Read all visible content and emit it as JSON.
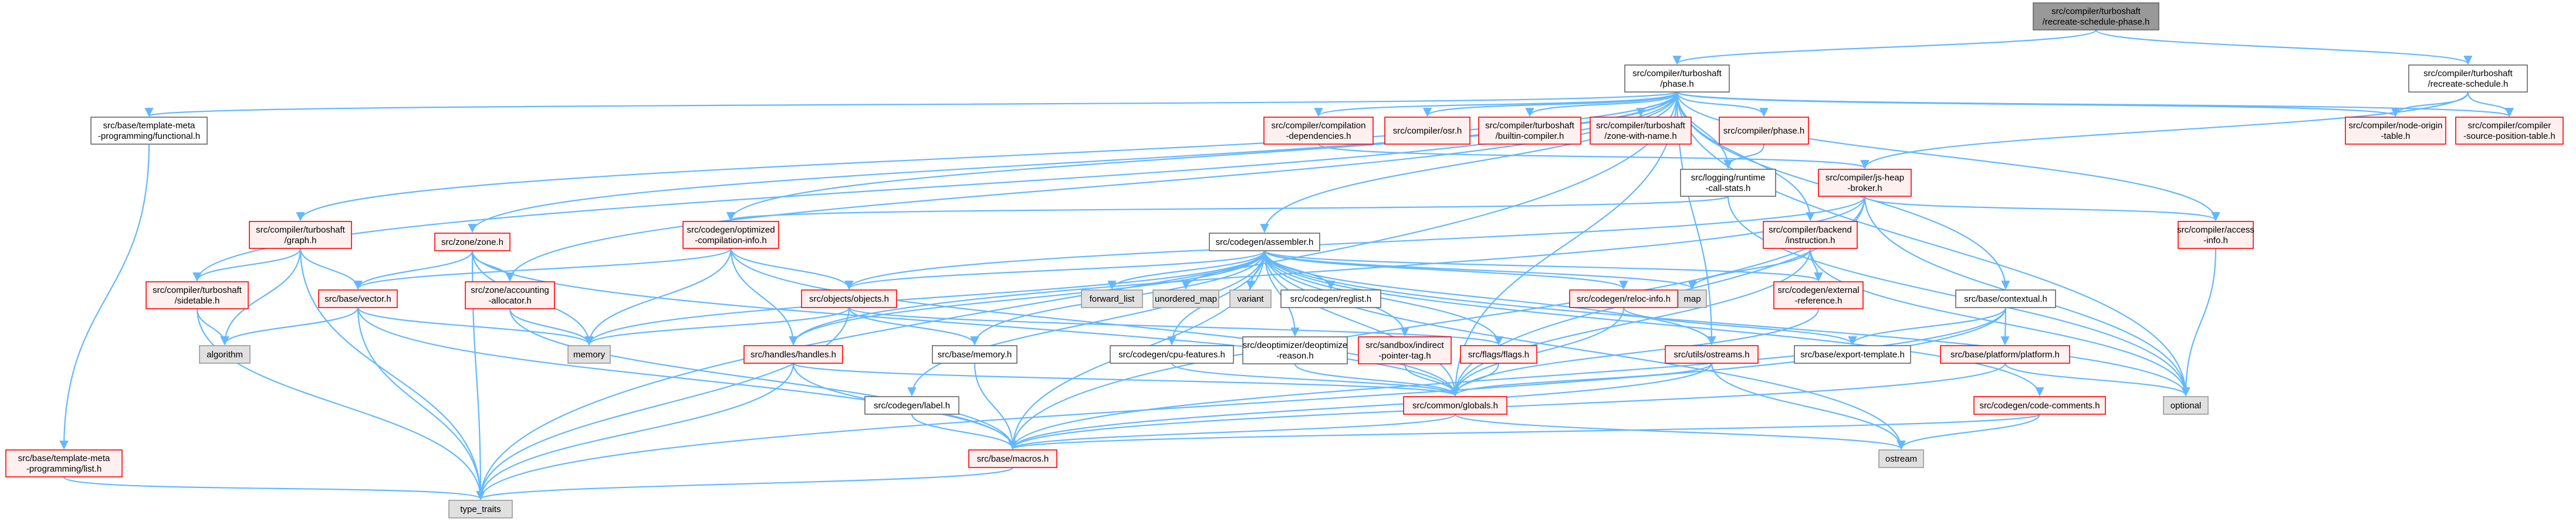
{
  "colors": {
    "edge": "#63b8ff",
    "arrowhead": "#63b8ff",
    "root_fill": "#999999",
    "root_border": "#666666",
    "normal_fill": "#ffffff",
    "normal_border": "#666666",
    "incomplete_fill": "#fff0f0",
    "incomplete_border": "#ff0000",
    "system_fill": "#e0e0e0",
    "system_border": "#999999",
    "text": "#000000"
  },
  "nodes": [
    {
      "id": "root",
      "lines": [
        "src/compiler/turboshaft",
        "/recreate-schedule-phase.h"
      ],
      "style": "root"
    },
    {
      "id": "phase",
      "lines": [
        "src/compiler/turboshaft",
        "/phase.h"
      ],
      "style": "normal"
    },
    {
      "id": "recreate",
      "lines": [
        "src/compiler/turboshaft",
        "/recreate-schedule.h"
      ],
      "style": "normal"
    },
    {
      "id": "functional",
      "lines": [
        "src/base/template-meta",
        "-programming/functional.h"
      ],
      "style": "normal"
    },
    {
      "id": "compdeps",
      "lines": [
        "src/compiler/compilation",
        "-dependencies.h"
      ],
      "style": "incomplete"
    },
    {
      "id": "osr",
      "lines": [
        "src/compiler/osr.h"
      ],
      "style": "incomplete"
    },
    {
      "id": "builtincompiler",
      "lines": [
        "src/compiler/turboshaft",
        "/builtin-compiler.h"
      ],
      "style": "incomplete"
    },
    {
      "id": "zonewithname",
      "lines": [
        "src/compiler/turboshaft",
        "/zone-with-name.h"
      ],
      "style": "incomplete"
    },
    {
      "id": "compphase",
      "lines": [
        "src/compiler/phase.h"
      ],
      "style": "incomplete"
    },
    {
      "id": "nodeorigin",
      "lines": [
        "src/compiler/node-origin",
        "-table.h"
      ],
      "style": "incomplete"
    },
    {
      "id": "sourcepos",
      "lines": [
        "src/compiler/compiler",
        "-source-position-table.h"
      ],
      "style": "incomplete"
    },
    {
      "id": "jsheap",
      "lines": [
        "src/compiler/js-heap",
        "-broker.h"
      ],
      "style": "incomplete"
    },
    {
      "id": "runtimecall",
      "lines": [
        "src/logging/runtime",
        "-call-stats.h"
      ],
      "style": "normal"
    },
    {
      "id": "graph",
      "lines": [
        "src/compiler/turboshaft",
        "/graph.h"
      ],
      "style": "incomplete"
    },
    {
      "id": "zone",
      "lines": [
        "src/zone/zone.h"
      ],
      "style": "incomplete"
    },
    {
      "id": "optcomp",
      "lines": [
        "src/codegen/optimized",
        "-compilation-info.h"
      ],
      "style": "incomplete"
    },
    {
      "id": "assembler",
      "lines": [
        "src/codegen/assembler.h"
      ],
      "style": "normal"
    },
    {
      "id": "backendinstr",
      "lines": [
        "src/compiler/backend",
        "/instruction.h"
      ],
      "style": "incomplete"
    },
    {
      "id": "access",
      "lines": [
        "src/compiler/access",
        "-info.h"
      ],
      "style": "incomplete"
    },
    {
      "id": "sidetable",
      "lines": [
        "src/compiler/turboshaft",
        "/sidetable.h"
      ],
      "style": "incomplete"
    },
    {
      "id": "vector",
      "lines": [
        "src/base/vector.h"
      ],
      "style": "incomplete"
    },
    {
      "id": "zoneacct",
      "lines": [
        "src/zone/accounting",
        "-allocator.h"
      ],
      "style": "incomplete"
    },
    {
      "id": "objects",
      "lines": [
        "src/objects/objects.h"
      ],
      "style": "incomplete"
    },
    {
      "id": "forwardlist",
      "lines": [
        "forward_list"
      ],
      "style": "system"
    },
    {
      "id": "unorderedmap",
      "lines": [
        "unordered_map"
      ],
      "style": "system"
    },
    {
      "id": "variant",
      "lines": [
        "variant"
      ],
      "style": "system"
    },
    {
      "id": "reglist",
      "lines": [
        "src/codegen/reglist.h"
      ],
      "style": "normal"
    },
    {
      "id": "relocinfo",
      "lines": [
        "src/codegen/reloc-info.h"
      ],
      "style": "incomplete"
    },
    {
      "id": "map",
      "lines": [
        "map"
      ],
      "style": "system"
    },
    {
      "id": "extref",
      "lines": [
        "src/codegen/external",
        "-reference.h"
      ],
      "style": "incomplete"
    },
    {
      "id": "contextual",
      "lines": [
        "src/base/contextual.h"
      ],
      "style": "normal"
    },
    {
      "id": "algorithm",
      "lines": [
        "algorithm"
      ],
      "style": "system"
    },
    {
      "id": "memory",
      "lines": [
        "memory"
      ],
      "style": "system"
    },
    {
      "id": "handles",
      "lines": [
        "src/handles/handles.h"
      ],
      "style": "incomplete"
    },
    {
      "id": "basememory",
      "lines": [
        "src/base/memory.h"
      ],
      "style": "normal"
    },
    {
      "id": "cpufeatures",
      "lines": [
        "src/codegen/cpu-features.h"
      ],
      "style": "normal"
    },
    {
      "id": "deoptreason",
      "lines": [
        "src/deoptimizer/deoptimize",
        "-reason.h"
      ],
      "style": "normal"
    },
    {
      "id": "sandboxtag",
      "lines": [
        "src/sandbox/indirect",
        "-pointer-tag.h"
      ],
      "style": "incomplete"
    },
    {
      "id": "flags",
      "lines": [
        "src/flags/flags.h"
      ],
      "style": "incomplete"
    },
    {
      "id": "ostreams",
      "lines": [
        "src/utils/ostreams.h"
      ],
      "style": "incomplete"
    },
    {
      "id": "exporttemplate",
      "lines": [
        "src/base/export-template.h"
      ],
      "style": "normal"
    },
    {
      "id": "platform",
      "lines": [
        "src/base/platform/platform.h"
      ],
      "style": "incomplete"
    },
    {
      "id": "codecomments",
      "lines": [
        "src/codegen/code-comments.h"
      ],
      "style": "incomplete"
    },
    {
      "id": "label",
      "lines": [
        "src/codegen/label.h"
      ],
      "style": "normal"
    },
    {
      "id": "globals",
      "lines": [
        "src/common/globals.h"
      ],
      "style": "incomplete"
    },
    {
      "id": "optional",
      "lines": [
        "optional"
      ],
      "style": "system"
    },
    {
      "id": "list",
      "lines": [
        "src/base/template-meta",
        "-programming/list.h"
      ],
      "style": "incomplete"
    },
    {
      "id": "macros",
      "lines": [
        "src/base/macros.h"
      ],
      "style": "incomplete"
    },
    {
      "id": "ostream",
      "lines": [
        "ostream"
      ],
      "style": "system"
    },
    {
      "id": "typetraits",
      "lines": [
        "type_traits"
      ],
      "style": "system"
    }
  ],
  "edges": [
    [
      "root",
      "phase"
    ],
    [
      "root",
      "recreate"
    ],
    [
      "phase",
      "functional"
    ],
    [
      "phase",
      "compdeps"
    ],
    [
      "phase",
      "osr"
    ],
    [
      "phase",
      "builtincompiler"
    ],
    [
      "phase",
      "zonewithname"
    ],
    [
      "phase",
      "compphase"
    ],
    [
      "phase",
      "nodeorigin"
    ],
    [
      "phase",
      "sourcepos"
    ],
    [
      "phase",
      "runtimecall"
    ],
    [
      "phase",
      "graph"
    ],
    [
      "phase",
      "sidetable"
    ],
    [
      "phase",
      "zone"
    ],
    [
      "phase",
      "zoneacct"
    ],
    [
      "phase",
      "optcomp"
    ],
    [
      "phase",
      "assembler"
    ],
    [
      "phase",
      "backendinstr"
    ],
    [
      "phase",
      "access"
    ],
    [
      "phase",
      "contextual"
    ],
    [
      "phase",
      "globals"
    ],
    [
      "phase",
      "optional"
    ],
    [
      "phase",
      "typetraits"
    ],
    [
      "phase",
      "ostreams"
    ],
    [
      "recreate",
      "nodeorigin"
    ],
    [
      "recreate",
      "sourcepos"
    ],
    [
      "recreate",
      "jsheap"
    ],
    [
      "functional",
      "list"
    ],
    [
      "compdeps",
      "jsheap"
    ],
    [
      "compphase",
      "runtimecall"
    ],
    [
      "runtimecall",
      "optional"
    ],
    [
      "runtimecall",
      "optcomp"
    ],
    [
      "jsheap",
      "access"
    ],
    [
      "jsheap",
      "objects"
    ],
    [
      "jsheap",
      "handles"
    ],
    [
      "jsheap",
      "globals"
    ],
    [
      "jsheap",
      "optional"
    ],
    [
      "jsheap",
      "macros"
    ],
    [
      "graph",
      "sidetable"
    ],
    [
      "graph",
      "vector"
    ],
    [
      "graph",
      "algorithm"
    ],
    [
      "graph",
      "typetraits"
    ],
    [
      "sidetable",
      "algorithm"
    ],
    [
      "sidetable",
      "typetraits"
    ],
    [
      "zone",
      "vector"
    ],
    [
      "zone",
      "zoneacct"
    ],
    [
      "zone",
      "memory"
    ],
    [
      "zone",
      "globals"
    ],
    [
      "zone",
      "typetraits"
    ],
    [
      "vector",
      "algorithm"
    ],
    [
      "vector",
      "macros"
    ],
    [
      "vector",
      "typetraits"
    ],
    [
      "vector",
      "memory"
    ],
    [
      "zoneacct",
      "memory"
    ],
    [
      "zoneacct",
      "macros"
    ],
    [
      "optcomp",
      "memory"
    ],
    [
      "optcomp",
      "handles"
    ],
    [
      "optcomp",
      "objects"
    ],
    [
      "optcomp",
      "vector"
    ],
    [
      "optcomp",
      "globals"
    ],
    [
      "assembler",
      "forwardlist"
    ],
    [
      "assembler",
      "unorderedmap"
    ],
    [
      "assembler",
      "variant"
    ],
    [
      "assembler",
      "reglist"
    ],
    [
      "assembler",
      "relocinfo"
    ],
    [
      "assembler",
      "map"
    ],
    [
      "assembler",
      "extref"
    ],
    [
      "assembler",
      "objects"
    ],
    [
      "assembler",
      "memory"
    ],
    [
      "assembler",
      "handles"
    ],
    [
      "assembler",
      "basememory"
    ],
    [
      "assembler",
      "cpufeatures"
    ],
    [
      "assembler",
      "deoptreason"
    ],
    [
      "assembler",
      "sandboxtag"
    ],
    [
      "assembler",
      "flags"
    ],
    [
      "assembler",
      "ostreams"
    ],
    [
      "assembler",
      "codecomments"
    ],
    [
      "assembler",
      "label"
    ],
    [
      "assembler",
      "globals"
    ],
    [
      "assembler",
      "macros"
    ],
    [
      "assembler",
      "ostream"
    ],
    [
      "assembler",
      "optional"
    ],
    [
      "backendinstr",
      "map"
    ],
    [
      "backendinstr",
      "extref"
    ],
    [
      "backendinstr",
      "globals"
    ],
    [
      "backendinstr",
      "optional"
    ],
    [
      "access",
      "optional"
    ],
    [
      "objects",
      "basememory"
    ],
    [
      "objects",
      "memory"
    ],
    [
      "objects",
      "flags"
    ],
    [
      "objects",
      "typetraits"
    ],
    [
      "relocinfo",
      "exporttemplate"
    ],
    [
      "relocinfo",
      "globals"
    ],
    [
      "extref",
      "globals"
    ],
    [
      "contextual",
      "exporttemplate"
    ],
    [
      "contextual",
      "platform"
    ],
    [
      "contextual",
      "macros"
    ],
    [
      "contextual",
      "typetraits"
    ],
    [
      "handles",
      "globals"
    ],
    [
      "handles",
      "macros"
    ],
    [
      "handles",
      "typetraits"
    ],
    [
      "basememory",
      "macros"
    ],
    [
      "cpufeatures",
      "globals"
    ],
    [
      "deoptreason",
      "globals"
    ],
    [
      "sandboxtag",
      "globals"
    ],
    [
      "flags",
      "globals"
    ],
    [
      "ostreams",
      "globals"
    ],
    [
      "ostreams",
      "macros"
    ],
    [
      "ostreams",
      "ostream"
    ],
    [
      "platform",
      "optional"
    ],
    [
      "platform",
      "macros"
    ],
    [
      "codecomments",
      "ostream"
    ],
    [
      "codecomments",
      "macros"
    ],
    [
      "label",
      "macros"
    ],
    [
      "globals",
      "macros"
    ],
    [
      "globals",
      "ostream"
    ],
    [
      "list",
      "typetraits"
    ],
    [
      "macros",
      "typetraits"
    ]
  ]
}
